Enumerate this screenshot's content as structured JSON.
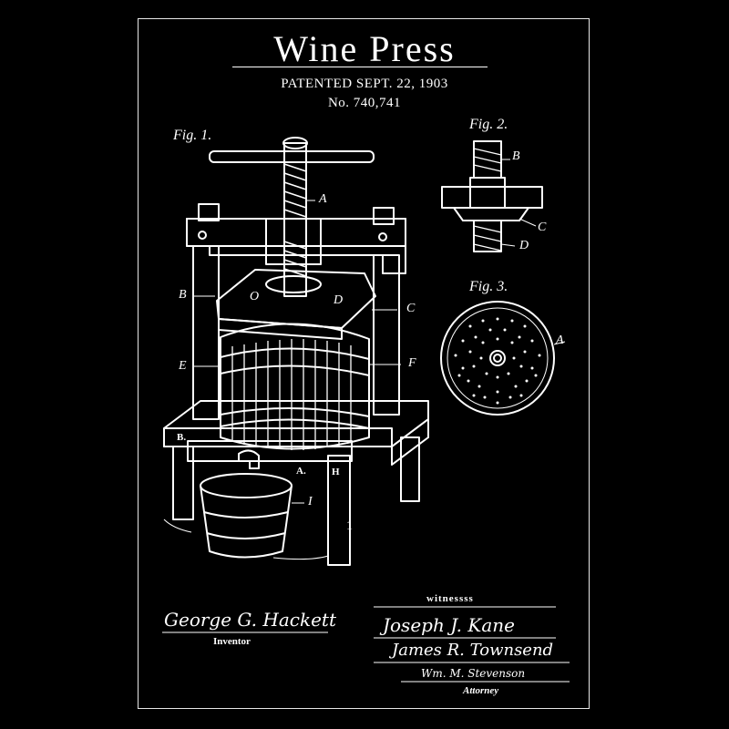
{
  "header": {
    "title": "Wine Press",
    "patent_date": "PATENTED SEPT. 22, 1903",
    "patent_number": "No. 740,741"
  },
  "figures": {
    "fig1_label": "Fig. 1.",
    "fig2_label": "Fig. 2.",
    "fig3_label": "Fig. 3."
  },
  "part_labels": {
    "fig1": {
      "A": "A",
      "B": "B",
      "C": "C",
      "D": "D",
      "E": "E",
      "F": "F",
      "O": "O",
      "I": "I",
      "H": "H",
      "one": "1",
      "B_base": "B.",
      "A_base": "A."
    },
    "fig2": {
      "B": "B",
      "C": "C",
      "D": "D"
    },
    "fig3": {
      "A": "A"
    }
  },
  "signatures": {
    "inventor_name": "George G. Hackett",
    "inventor_role": "Inventor",
    "witnesses_heading": "witnessss",
    "witness1": "Joseph J. Kane",
    "witness2": "James R. Townsend",
    "attorney_name": "Wm. M. Stevenson",
    "attorney_role": "Attorney"
  },
  "colors": {
    "background": "#000000",
    "ink": "#ffffff"
  }
}
